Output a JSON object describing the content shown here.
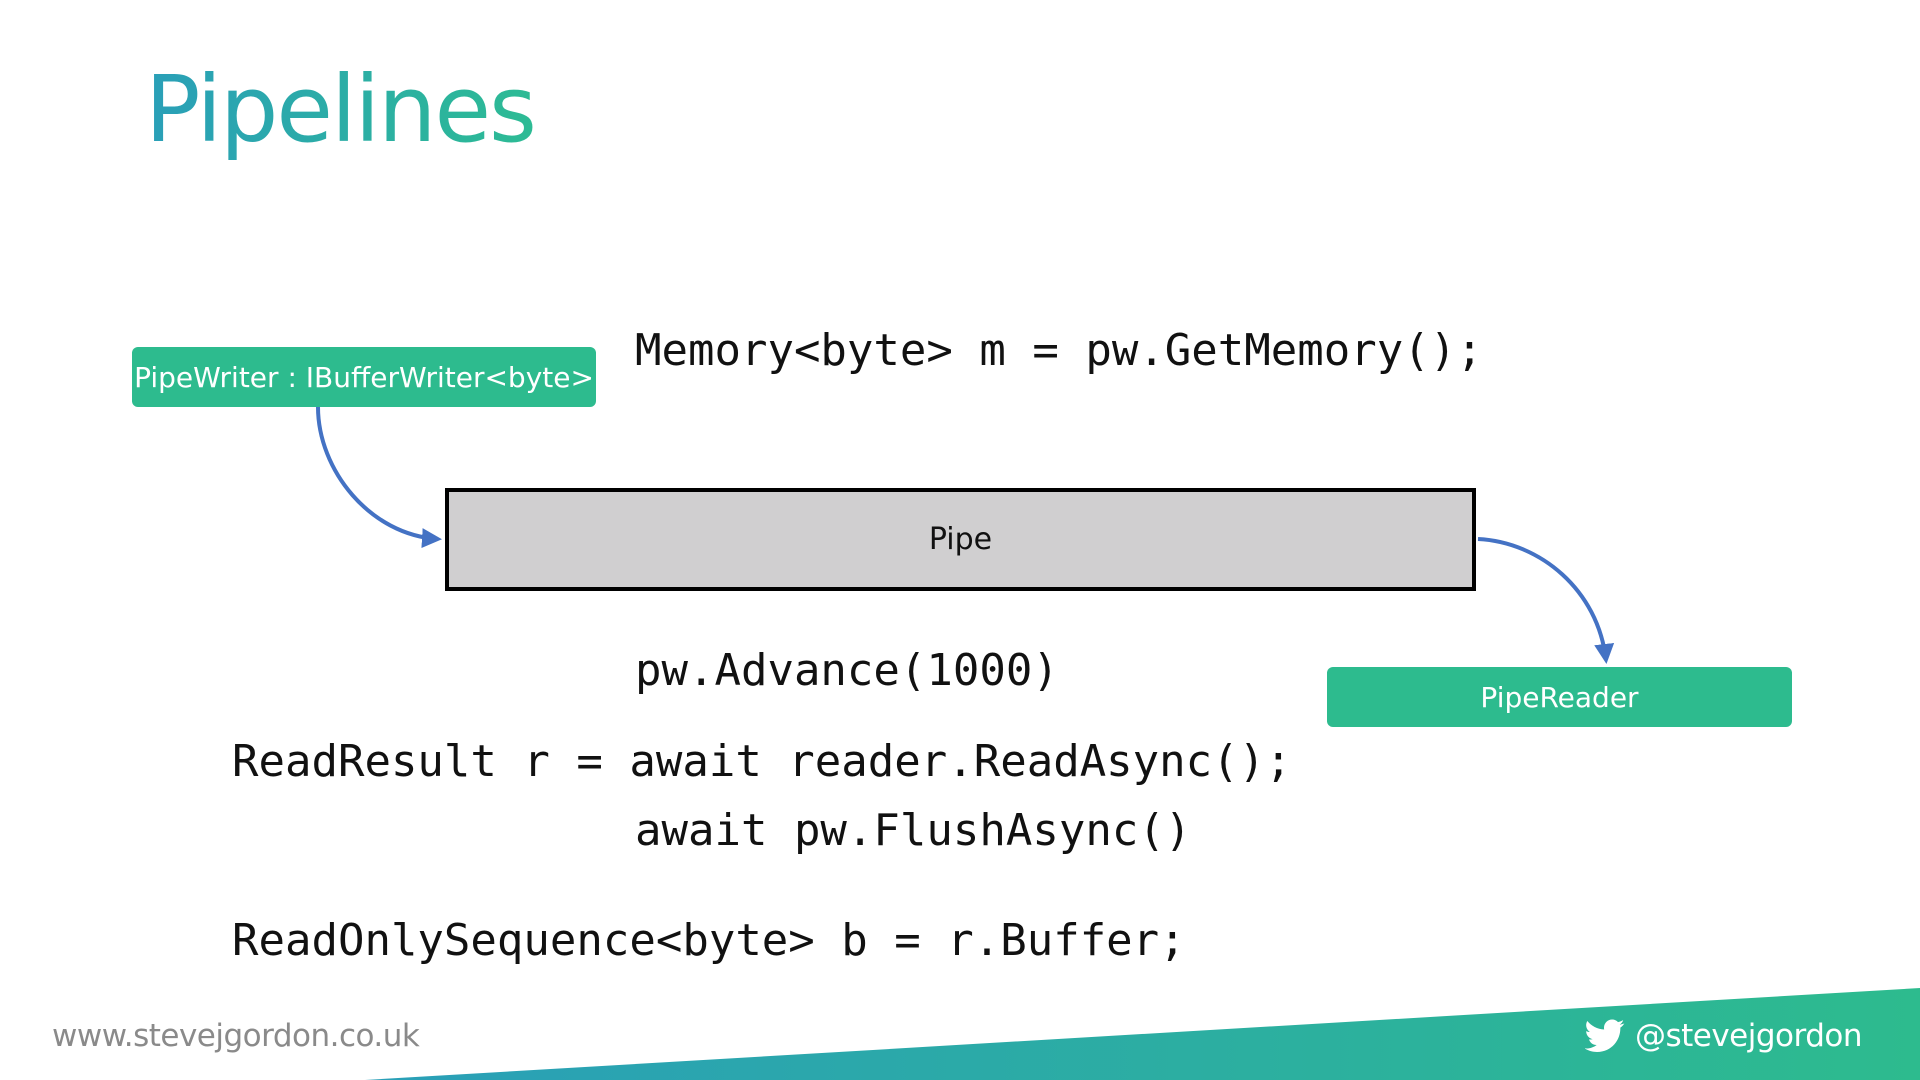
{
  "slide": {
    "title": "Pipelines",
    "writer_code": [
      "Memory<byte> m = pw.GetMemory();",
      "…",
      "pw.Advance(1000)",
      "await pw.FlushAsync()"
    ],
    "reader_code": [
      "ReadResult r = await reader.ReadAsync();",
      "ReadOnlySequence<byte> b = r.Buffer;"
    ],
    "writer_label": "PipeWriter : IBufferWriter<byte>",
    "pipe_label": "Pipe",
    "reader_label": "PipeReader"
  },
  "footer": {
    "website": "www.stevejgordon.co.uk",
    "twitter_handle": "@stevejgordon",
    "icon": "twitter-bird-icon"
  },
  "colors": {
    "accent_green": "#2dbb8e",
    "accent_blue": "#2a9fb8",
    "arrow_blue": "#4472c4",
    "pipe_fill": "#d0cfd0"
  }
}
